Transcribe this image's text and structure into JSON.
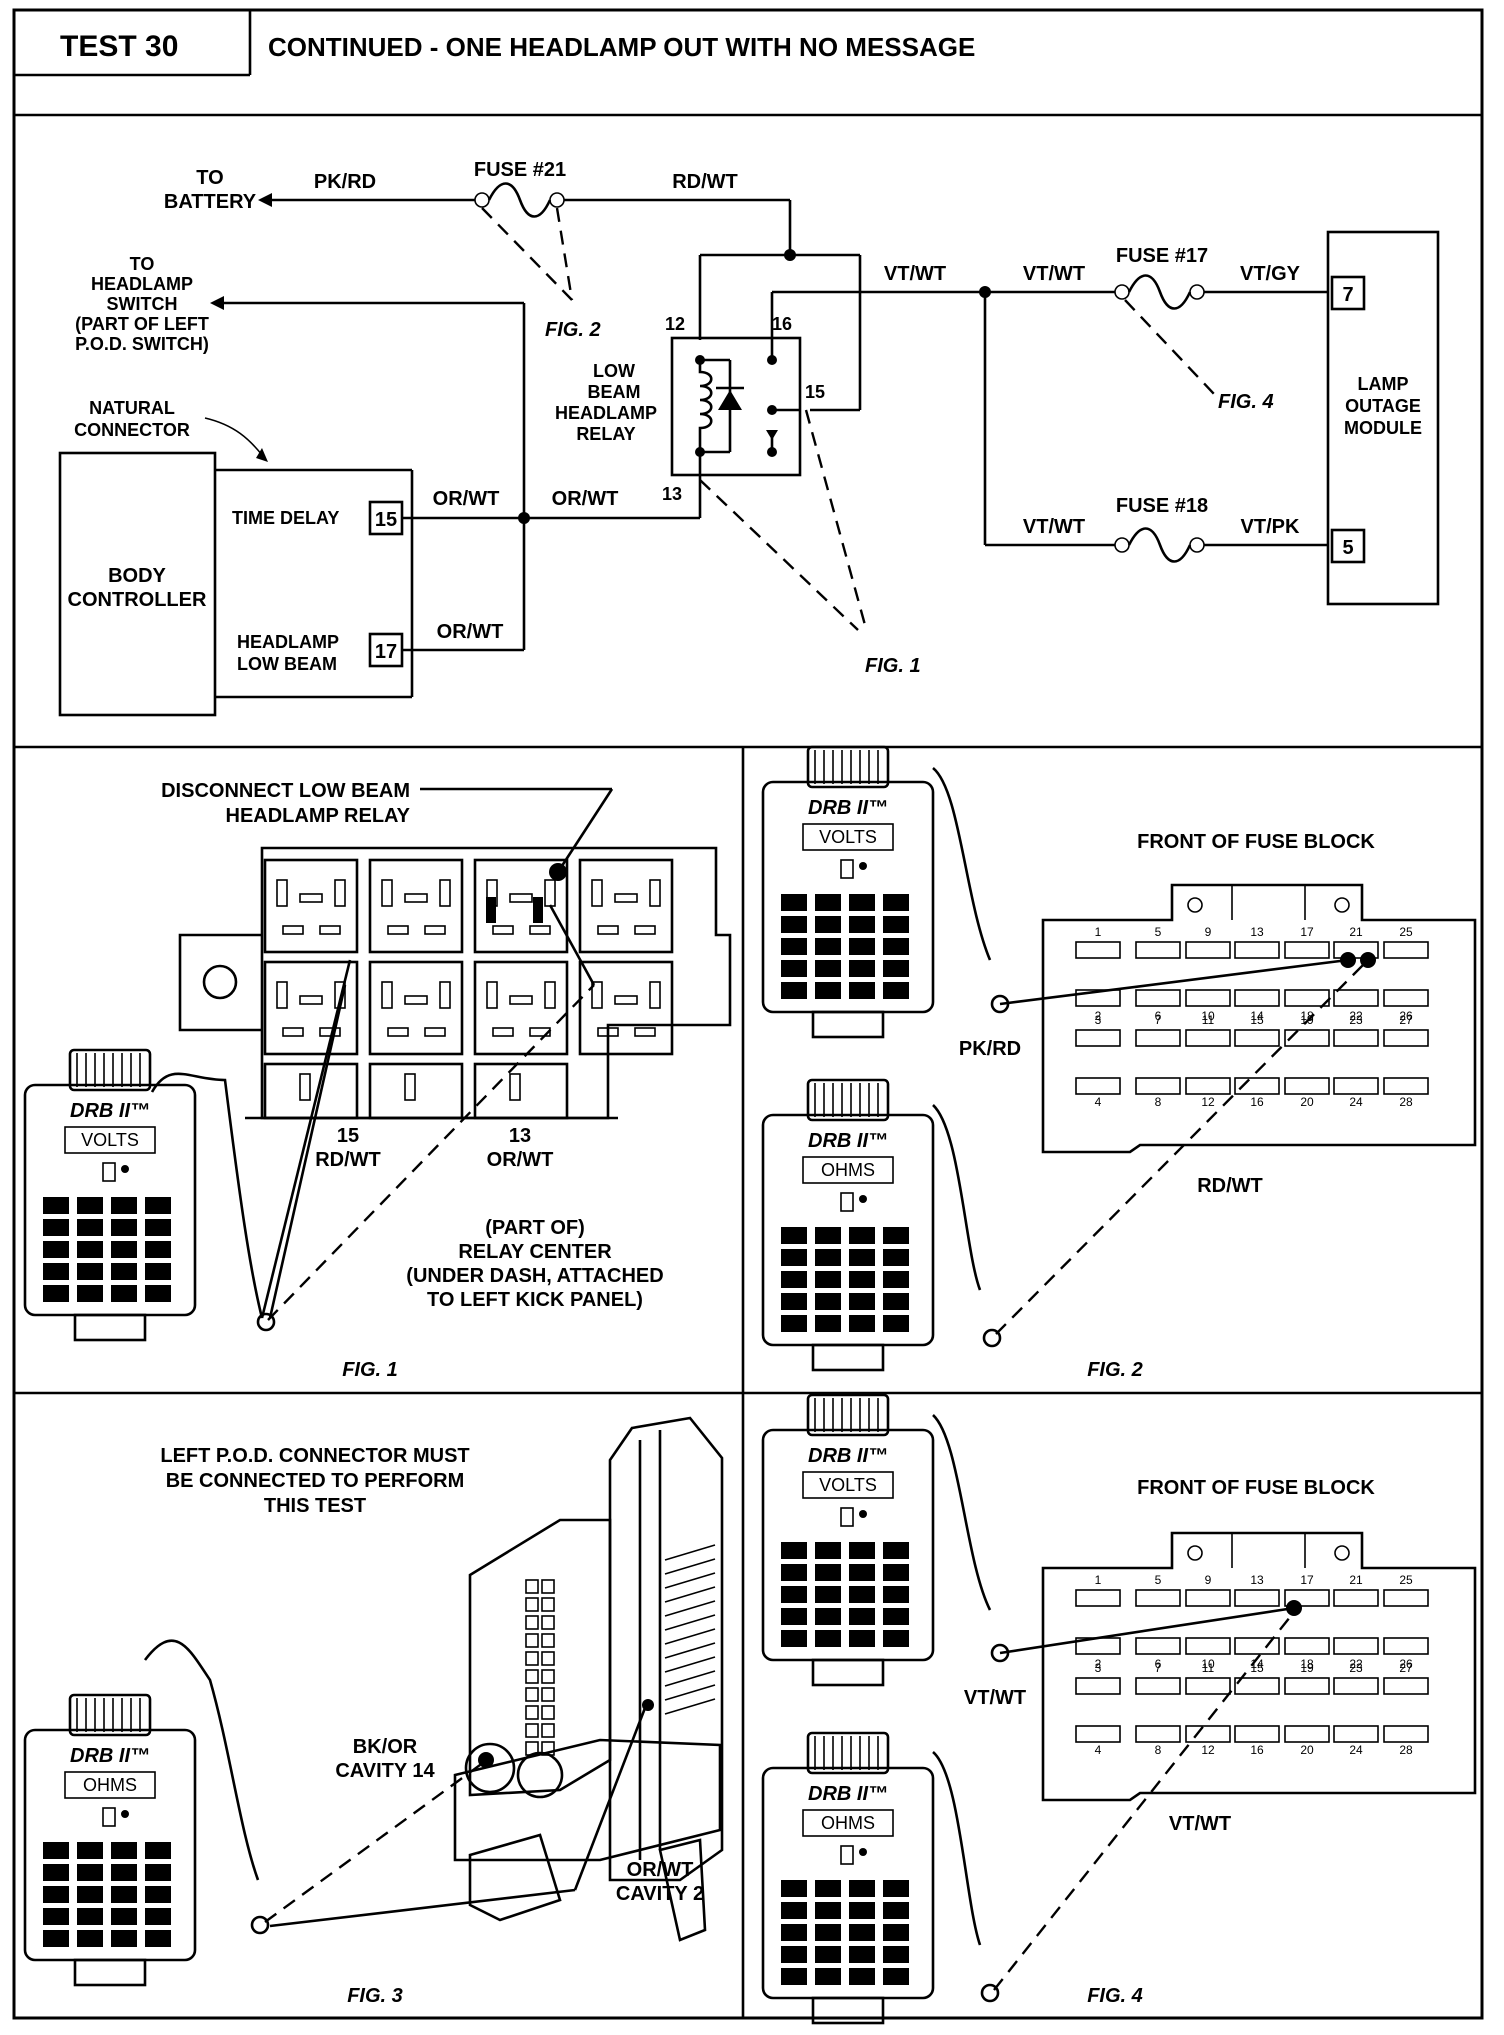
{
  "header": {
    "test_label": "TEST 30",
    "title": "CONTINUED - ONE HEADLAMP OUT WITH NO MESSAGE"
  },
  "schematic": {
    "to_battery": [
      "TO",
      "BATTERY"
    ],
    "to_headlamp_switch": [
      "TO",
      "HEADLAMP",
      "SWITCH",
      "(PART OF LEFT",
      "P.O.D. SWITCH)"
    ],
    "natural_connector": [
      "NATURAL",
      "CONNECTOR"
    ],
    "body_controller": [
      "BODY",
      "CONTROLLER"
    ],
    "time_delay": "TIME DELAY",
    "headlamp_low_beam": [
      "HEADLAMP",
      "LOW BEAM"
    ],
    "pin_15": "15",
    "pin_17": "17",
    "wire_pk_rd": "PK/RD",
    "fuse_21": "FUSE #21",
    "wire_rd_wt": "RD/WT",
    "fig2_ref": "FIG. 2",
    "relay_label": [
      "LOW",
      "BEAM",
      "HEADLAMP",
      "RELAY"
    ],
    "relay_pin_12": "12",
    "relay_pin_16": "16",
    "relay_pin_15": "15",
    "relay_pin_13": "13",
    "wire_or_wt_a": "OR/WT",
    "wire_or_wt_b": "OR/WT",
    "wire_or_wt_c": "OR/WT",
    "fig1_ref": "FIG. 1",
    "wire_vt_wt_a": "VT/WT",
    "wire_vt_wt_b": "VT/WT",
    "wire_vt_wt_c": "VT/WT",
    "fuse_17": "FUSE #17",
    "fuse_18": "FUSE #18",
    "wire_vt_gy": "VT/GY",
    "wire_vt_pk": "VT/PK",
    "fig4_ref": "FIG. 4",
    "lamp_outage_module": [
      "LAMP",
      "OUTAGE",
      "MODULE"
    ],
    "lom_pin_7": "7",
    "lom_pin_5": "5"
  },
  "fig1": {
    "callout": [
      "DISCONNECT LOW BEAM",
      "HEADLAMP RELAY"
    ],
    "meter_brand": "DRB II™",
    "meter_mode": "VOLTS",
    "cavity_15": [
      "15",
      "RD/WT"
    ],
    "cavity_13": [
      "13",
      "OR/WT"
    ],
    "relay_center": [
      "(PART OF)",
      "RELAY CENTER",
      "(UNDER DASH, ATTACHED",
      "TO LEFT KICK PANEL)"
    ],
    "caption": "FIG. 1"
  },
  "fig2": {
    "title": "FRONT OF FUSE BLOCK",
    "meter_brand": "DRB II™",
    "meter1_mode": "VOLTS",
    "meter2_mode": "OHMS",
    "wire_a": "PK/RD",
    "wire_b": "RD/WT",
    "fuse_numbers": {
      "row1": [
        "1",
        "5",
        "9",
        "13",
        "17",
        "21",
        "25"
      ],
      "row2": [
        "2",
        "6",
        "10",
        "14",
        "18",
        "22",
        "26"
      ],
      "row3": [
        "3",
        "7",
        "11",
        "15",
        "19",
        "23",
        "27"
      ],
      "row4": [
        "4",
        "8",
        "12",
        "16",
        "20",
        "24",
        "28"
      ]
    },
    "caption": "FIG. 2"
  },
  "fig3": {
    "note": [
      "LEFT P.O.D. CONNECTOR MUST",
      "BE CONNECTED TO PERFORM",
      "THIS TEST"
    ],
    "meter_brand": "DRB II™",
    "meter_mode": "OHMS",
    "cavity_14": [
      "BK/OR",
      "CAVITY 14"
    ],
    "cavity_2": [
      "OR/WT",
      "CAVITY 2"
    ],
    "caption": "FIG. 3"
  },
  "fig4": {
    "title": "FRONT OF FUSE BLOCK",
    "meter_brand": "DRB II™",
    "meter1_mode": "VOLTS",
    "meter2_mode": "OHMS",
    "wire_a": "VT/WT",
    "wire_b": "VT/WT",
    "caption": "FIG. 4"
  }
}
